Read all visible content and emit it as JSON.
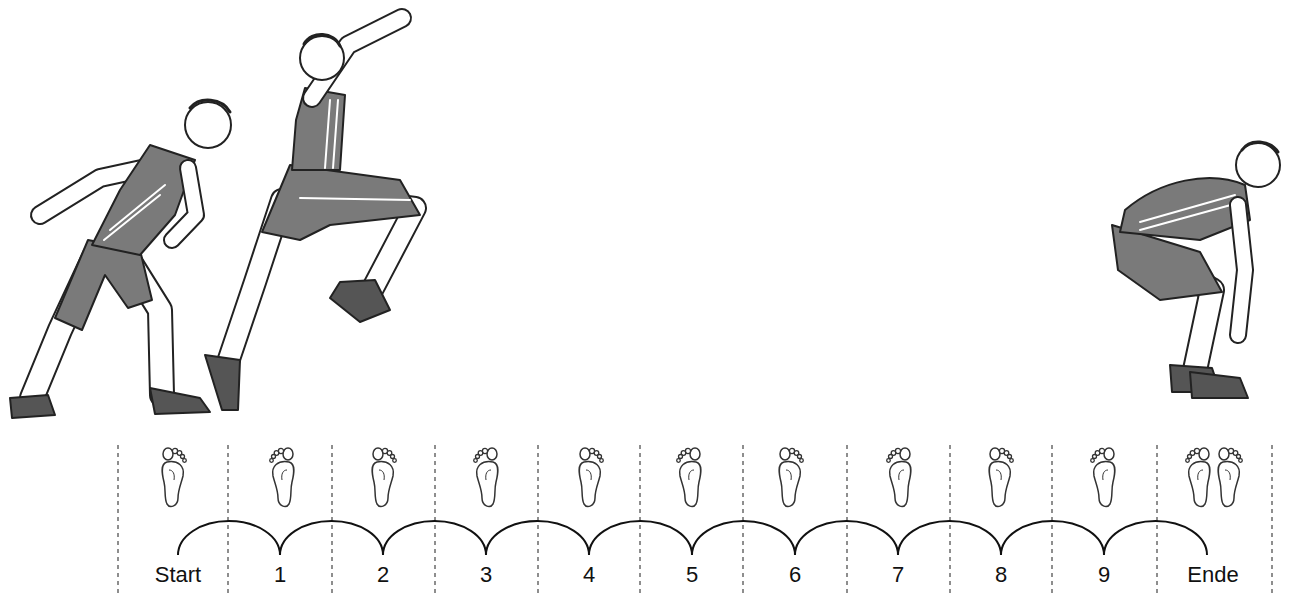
{
  "diagram": {
    "labels": [
      "Start",
      "1",
      "2",
      "3",
      "4",
      "5",
      "6",
      "7",
      "8",
      "9",
      "Ende"
    ]
  }
}
